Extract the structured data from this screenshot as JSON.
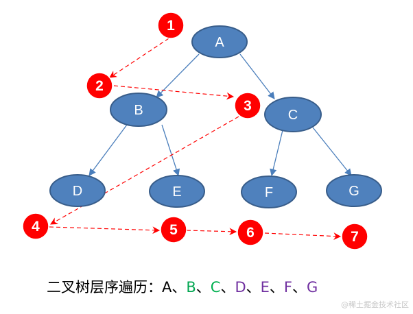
{
  "nodes": {
    "a": "A",
    "b": "B",
    "c": "C",
    "d": "D",
    "e": "E",
    "f": "F",
    "g": "G"
  },
  "order_badges": [
    "1",
    "2",
    "3",
    "4",
    "5",
    "6",
    "7"
  ],
  "caption": {
    "title": "二叉树层序遍历：",
    "separator": "、",
    "sequence": [
      {
        "label": "A",
        "color": "#000000"
      },
      {
        "label": "B",
        "color": "#00a650"
      },
      {
        "label": "C",
        "color": "#00b050"
      },
      {
        "label": "D",
        "color": "#7030a0"
      },
      {
        "label": "E",
        "color": "#7030a0"
      },
      {
        "label": "F",
        "color": "#7030a0"
      },
      {
        "label": "G",
        "color": "#7030a0"
      }
    ]
  },
  "colors": {
    "node_fill": "#4f81bd",
    "node_stroke": "#385d8a",
    "edge": "#4a7ebb",
    "order_path": "#ff0000",
    "badge": "#ff0000"
  },
  "watermark": "@稀土掘金技术社区"
}
